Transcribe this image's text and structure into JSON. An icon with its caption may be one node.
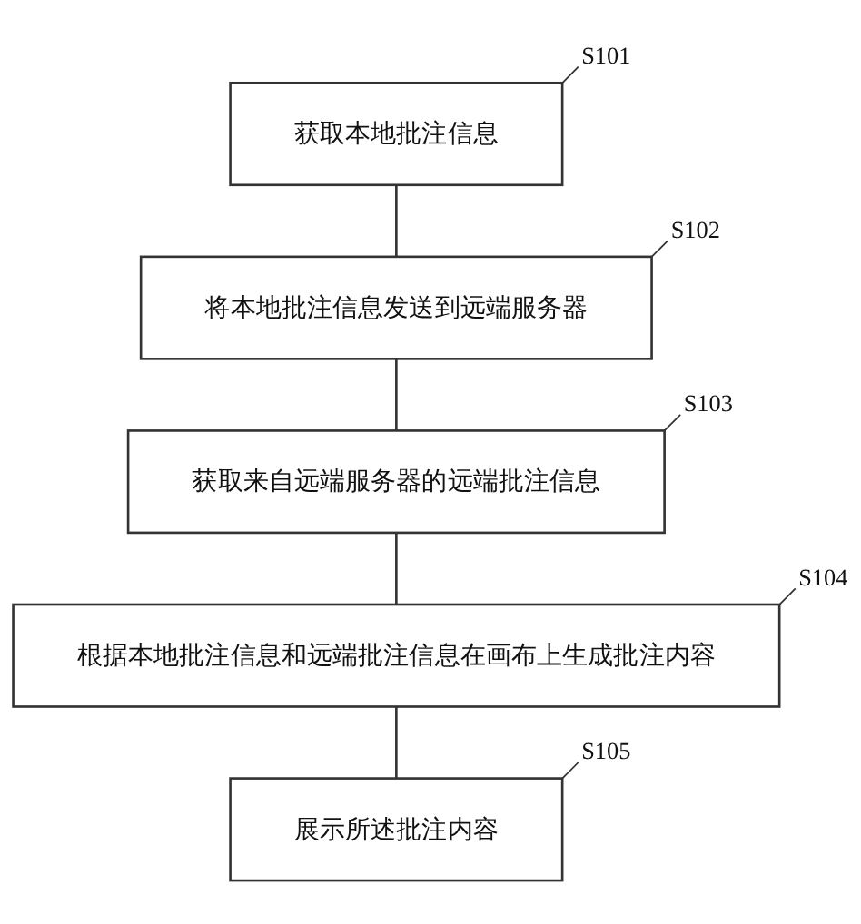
{
  "diagram": {
    "nodes": [
      {
        "text": [
          "获取本地批注信息"
        ],
        "beside": [
          "S101"
        ]
      },
      {
        "text": [
          "将本地批注信息发送到远端服务器"
        ],
        "beside": [
          "S102"
        ]
      },
      {
        "text": [
          "获取来自远端服务器的远端批注信息"
        ],
        "beside": [
          "S103"
        ]
      },
      {
        "text": [
          "根据本地批注信息和远端批注信息在画布上生成批注内容"
        ],
        "beside": [
          "S104"
        ]
      },
      {
        "text": [
          "展示所述批注内容"
        ],
        "beside": [
          "S105"
        ]
      }
    ],
    "edges": [
      {
        "from": 0,
        "to": 1,
        "arrow": "none"
      },
      {
        "from": 1,
        "to": 2,
        "arrow": "none"
      },
      {
        "from": 2,
        "to": 3,
        "arrow": "none"
      },
      {
        "from": 3,
        "to": 4,
        "arrow": "none"
      }
    ]
  }
}
